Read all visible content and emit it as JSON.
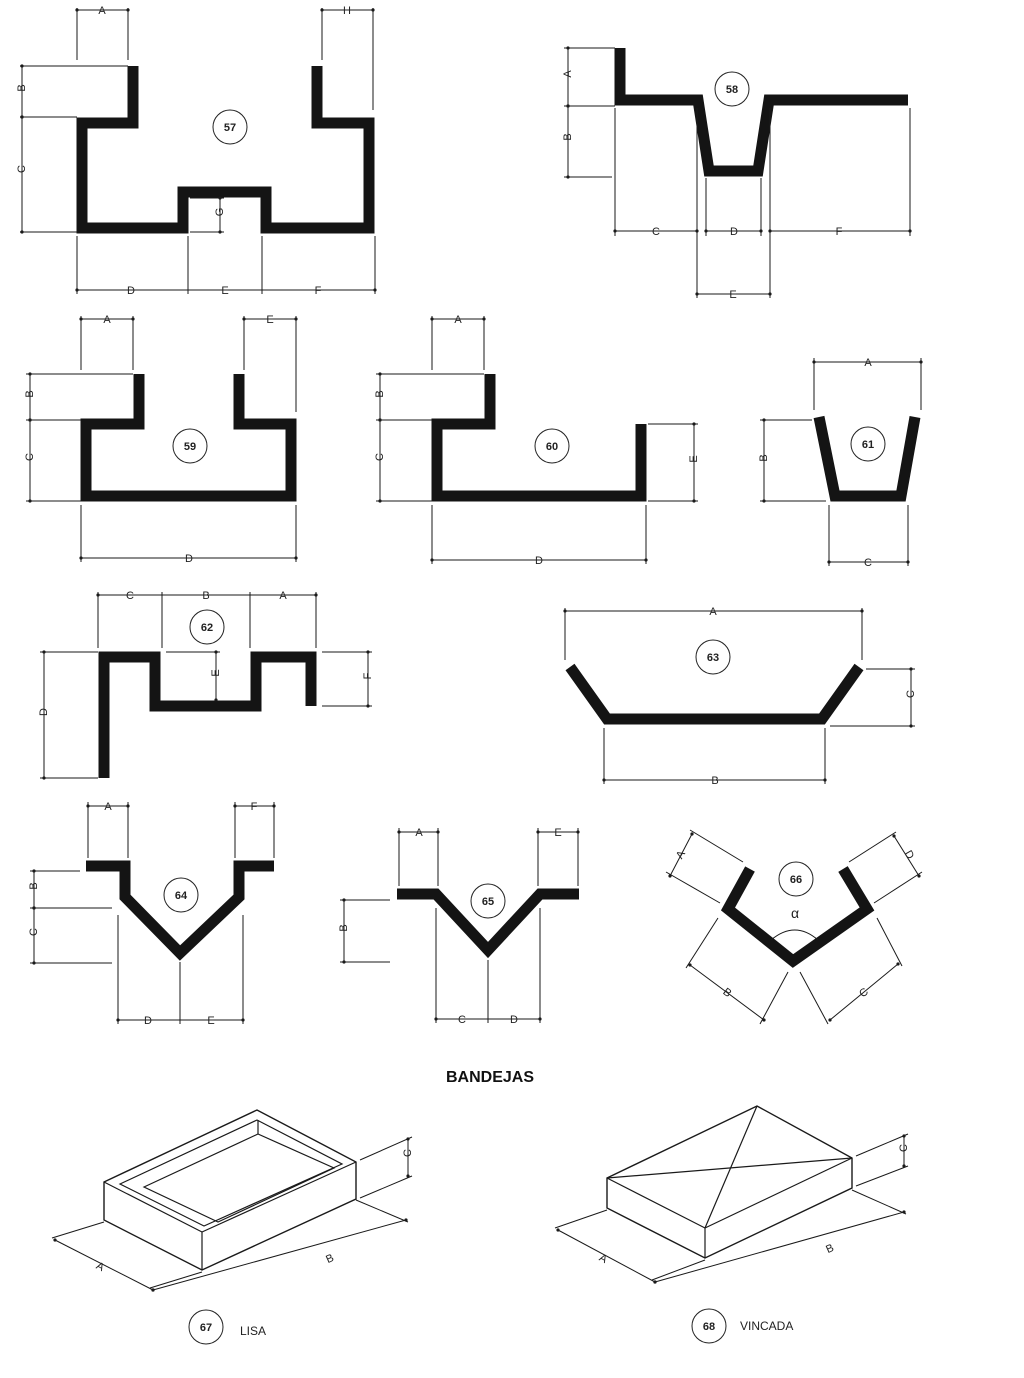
{
  "section_title": "BANDEJAS",
  "profiles": [
    {
      "number": "57",
      "dims": [
        "A",
        "H",
        "B",
        "C",
        "G",
        "D",
        "E",
        "F"
      ]
    },
    {
      "number": "58",
      "dims": [
        "A",
        "B",
        "C",
        "D",
        "E",
        "F"
      ]
    },
    {
      "number": "59",
      "dims": [
        "A",
        "E",
        "B",
        "C",
        "D"
      ]
    },
    {
      "number": "60",
      "dims": [
        "A",
        "B",
        "C",
        "E",
        "D"
      ]
    },
    {
      "number": "61",
      "dims": [
        "A",
        "B",
        "C"
      ]
    },
    {
      "number": "62",
      "dims": [
        "C",
        "B",
        "A",
        "E",
        "F",
        "D"
      ]
    },
    {
      "number": "63",
      "dims": [
        "A",
        "C",
        "B"
      ]
    },
    {
      "number": "64",
      "dims": [
        "A",
        "F",
        "B",
        "C",
        "D",
        "E"
      ]
    },
    {
      "number": "65",
      "dims": [
        "A",
        "E",
        "B",
        "C",
        "D"
      ]
    },
    {
      "number": "66",
      "dims": [
        "A",
        "D",
        "B",
        "C"
      ],
      "angle": "α"
    }
  ],
  "trays": [
    {
      "number": "67",
      "caption": "LISA",
      "dims": [
        "A",
        "B",
        "C"
      ]
    },
    {
      "number": "68",
      "caption": "VINCADA",
      "dims": [
        "A",
        "B",
        "C"
      ]
    }
  ]
}
